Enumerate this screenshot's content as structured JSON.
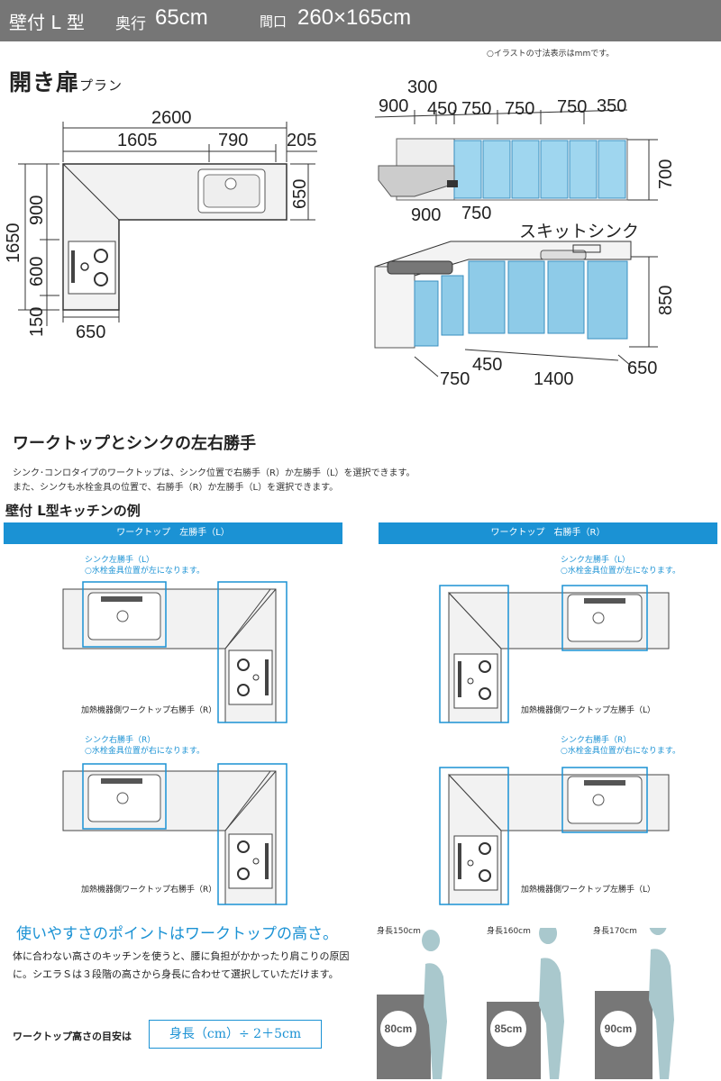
{
  "header": {
    "type_label": "壁付 L 型",
    "depth_label": "奥行",
    "depth_value": "65cm",
    "frontage_label": "間口",
    "frontage_value": "260×165cm"
  },
  "note_top": "○イラストの寸法表示はmmです。",
  "plan": {
    "title": "開き扉",
    "title_suffix": "プラン",
    "dims": {
      "total_width": "2600",
      "left_width": "1605",
      "sink_width": "790",
      "right_margin": "205",
      "total_height": "1650",
      "top_section": "900",
      "sink_depth": "650",
      "stove_section": "600",
      "bottom_margin": "150",
      "bottom_width": "650"
    }
  },
  "elevation": {
    "upper_top": "300",
    "upper_dims": [
      "900",
      "450",
      "750",
      "750",
      "750",
      "350"
    ],
    "upper_height": "700",
    "lower_top_dims": [
      "900",
      "750"
    ],
    "sink_label": "スキットシンク",
    "lower_height": "850",
    "bottom_dims": [
      "750",
      "450",
      "1400",
      "650"
    ]
  },
  "section": {
    "title": "ワークトップとシンクの左右勝手",
    "para1": "シンク･コンロタイプのワークトップは、シンク位置で右勝手（R）か左勝手（L）を選択できます。",
    "para2": "また、シンクも水栓金具の位置で、右勝手（R）か左勝手（L）を選択できます。",
    "example_title": "壁付 L型キッチンの例",
    "bar_left": "ワークトップ　左勝手（L）",
    "bar_right": "ワークトップ　右勝手（R）",
    "examples": [
      {
        "sink_label": "シンク左勝手（L）",
        "faucet_note": "○水栓金具位置が左になります。",
        "heater_caption": "加熱機器側ワークトップ右勝手（R）"
      },
      {
        "sink_label": "シンク左勝手（L）",
        "faucet_note": "○水栓金具位置が左になります。",
        "heater_caption": "加熱機器側ワークトップ左勝手（L）"
      },
      {
        "sink_label": "シンク右勝手（R）",
        "faucet_note": "○水栓金具位置が右になります。",
        "heater_caption": "加熱機器側ワークトップ右勝手（R）"
      },
      {
        "sink_label": "シンク右勝手（R）",
        "faucet_note": "○水栓金具位置が右になります。",
        "heater_caption": "加熱機器側ワークトップ左勝手（L）"
      }
    ]
  },
  "height": {
    "title": "使いやすさのポイントはワークトップの高さ。",
    "body": "体に合わない高さのキッチンを使うと、腰に負担がかかったり肩こりの原因に。シエラＳは３段階の高さから身長に合わせて選択していただけます。",
    "formula_label": "ワークトップ高さの目安は",
    "formula": "身長（cm）÷ 2＋5cm",
    "figures": [
      {
        "person": "身長150cm",
        "counter": "80cm"
      },
      {
        "person": "身長160cm",
        "counter": "85cm"
      },
      {
        "person": "身長170cm",
        "counter": "90cm"
      }
    ]
  },
  "colors": {
    "accent": "#1b92d4",
    "header_bg": "#767676",
    "cabinet": "#8ecbe8"
  }
}
